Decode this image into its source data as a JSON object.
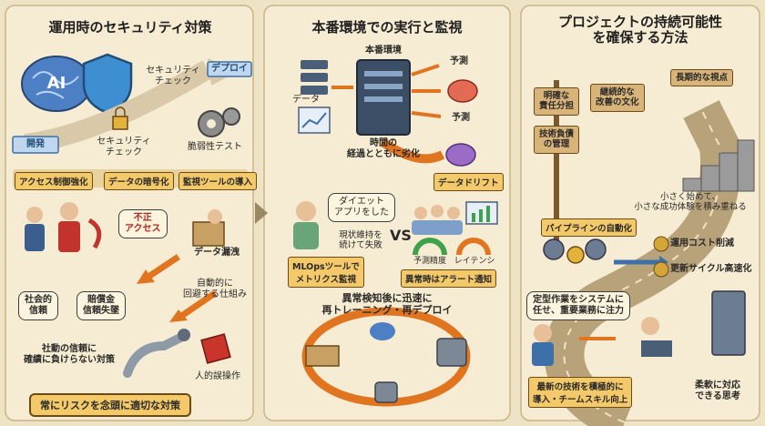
{
  "colors": {
    "background": "#efe3c6",
    "accent": "#f3c969",
    "brown": "#6b4a16",
    "blue": "#3d6fa8",
    "orange": "#e0741f"
  },
  "panel1": {
    "title": "運用時のセキュリティ対策",
    "ai_label": "AI",
    "deploy": "デプロイ",
    "dev": "開発",
    "security_check_top": "セキュリティ\nチェック",
    "security_check_bottom": "セキュリティ\nチェック",
    "vuln_test": "脆弱性テスト",
    "tags": [
      "アクセス制御強化",
      "データの暗号化",
      "監視ツールの導入"
    ],
    "unauthorized": "不正\nアクセス",
    "data_leak": "データ漏洩",
    "social_trust": "社会的\n信頼",
    "damages": "賠償金\n信頼失墜",
    "auto_avoid": "自動的に\n回避する仕組み",
    "trust_measures": "社動の信頼に\n確績に負けらない対策",
    "human_error": "人的誤操作",
    "footer": "常にリスクを念頭に適切な対策",
    "icons": [
      "brain-icon",
      "shield-icon",
      "gear-icon",
      "lock-icon",
      "robot-arm-icon",
      "cube-icon"
    ]
  },
  "panel2": {
    "title": "本番環境での実行と監視",
    "prod_env": "本番環境",
    "data": "データ",
    "predict1": "予測",
    "predict2": "予測",
    "degrade": "時間の\n経過とともに劣化",
    "data_drift": "データドリフト",
    "bubble": "ダイエット\nアプリをした",
    "fail_note": "現状維持を\n続けて失敗",
    "vs": "VS",
    "mlops": "MLOpsツールで\nメトリクス監視",
    "accuracy": "予測精度",
    "latency": "レイテンシ",
    "alert": "異常時はアラート通知",
    "retrain": "異常検知後に迅速に\n再トレーニング・再デプロイ"
  },
  "panel3": {
    "title": "プロジェクトの持続可能性\nを確保する方法",
    "responsibility": "明確な\n責任分担",
    "improvement": "継続的な\n改善の文化",
    "long_term": "長期的な視点",
    "tech_debt": "技術負債\nの管理",
    "small_start": "小さく始めて、\n小さな成功体験を積み重ねる",
    "pipeline": "パイプラインの自動化",
    "cost_down": "運用コスト削減",
    "cycle_up": "更新サイクル高速化",
    "routine": "定型作業をシステムに\n任せ、重要業務に注力",
    "latest_tech": "最新の技術を積極的に\n導入・チームスキル向上",
    "flexible": "柔軟に対応\nできる思考"
  }
}
